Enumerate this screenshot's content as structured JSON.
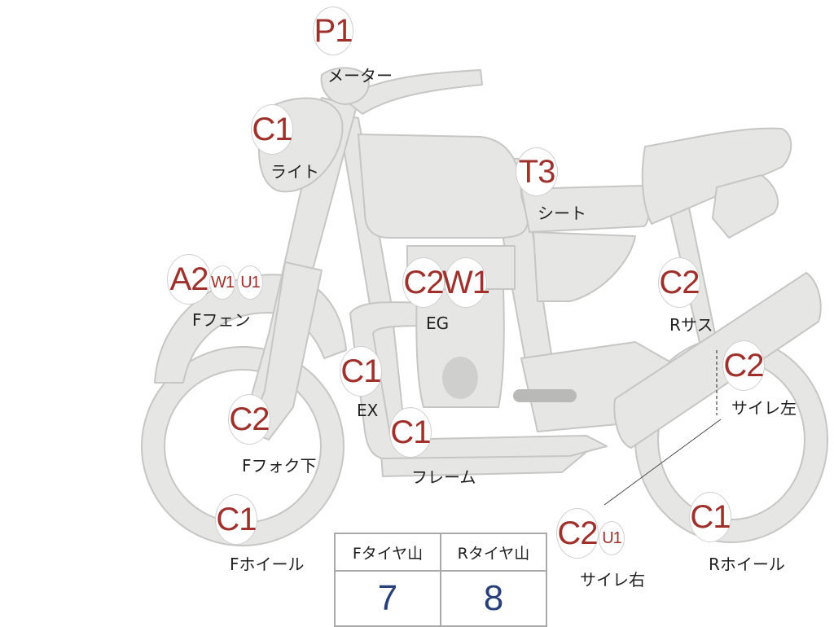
{
  "diagram": {
    "colors": {
      "part_fill": "#e6e6e4",
      "part_stroke": "#c6c6c4",
      "code_text": "#a0302c",
      "label_text": "#1f1f1f",
      "table_value": "#27407a"
    },
    "parts": [
      {
        "id": "meter",
        "label": "メーター",
        "codes": [
          "P1"
        ]
      },
      {
        "id": "light",
        "label": "ライト",
        "codes": [
          "C1"
        ]
      },
      {
        "id": "seat",
        "label": "シート",
        "codes": [
          "T3"
        ]
      },
      {
        "id": "f-fender",
        "label": "Fフェン",
        "codes": [
          "A2",
          "W1",
          "U1"
        ]
      },
      {
        "id": "engine",
        "label": "EG",
        "codes": [
          "C2",
          "W1"
        ]
      },
      {
        "id": "r-suspension",
        "label": "Rサス",
        "codes": [
          "C2"
        ]
      },
      {
        "id": "exhaust",
        "label": "EX",
        "codes": [
          "C1"
        ]
      },
      {
        "id": "muffler-left",
        "label": "サイレ左",
        "codes": [
          "C2"
        ]
      },
      {
        "id": "f-fork-lower",
        "label": "Fフォク下",
        "codes": [
          "C2"
        ]
      },
      {
        "id": "frame",
        "label": "フレーム",
        "codes": [
          "C1"
        ]
      },
      {
        "id": "muffler-right",
        "label": "サイレ右",
        "codes": [
          "C2",
          "U1"
        ]
      },
      {
        "id": "f-wheel",
        "label": "Fホイール",
        "codes": [
          "C1"
        ]
      },
      {
        "id": "r-wheel",
        "label": "Rホイール",
        "codes": [
          "C1"
        ]
      }
    ],
    "tire_table": {
      "headers": [
        "Fタイヤ山",
        "Rタイヤ山"
      ],
      "values": [
        "7",
        "8"
      ]
    }
  }
}
